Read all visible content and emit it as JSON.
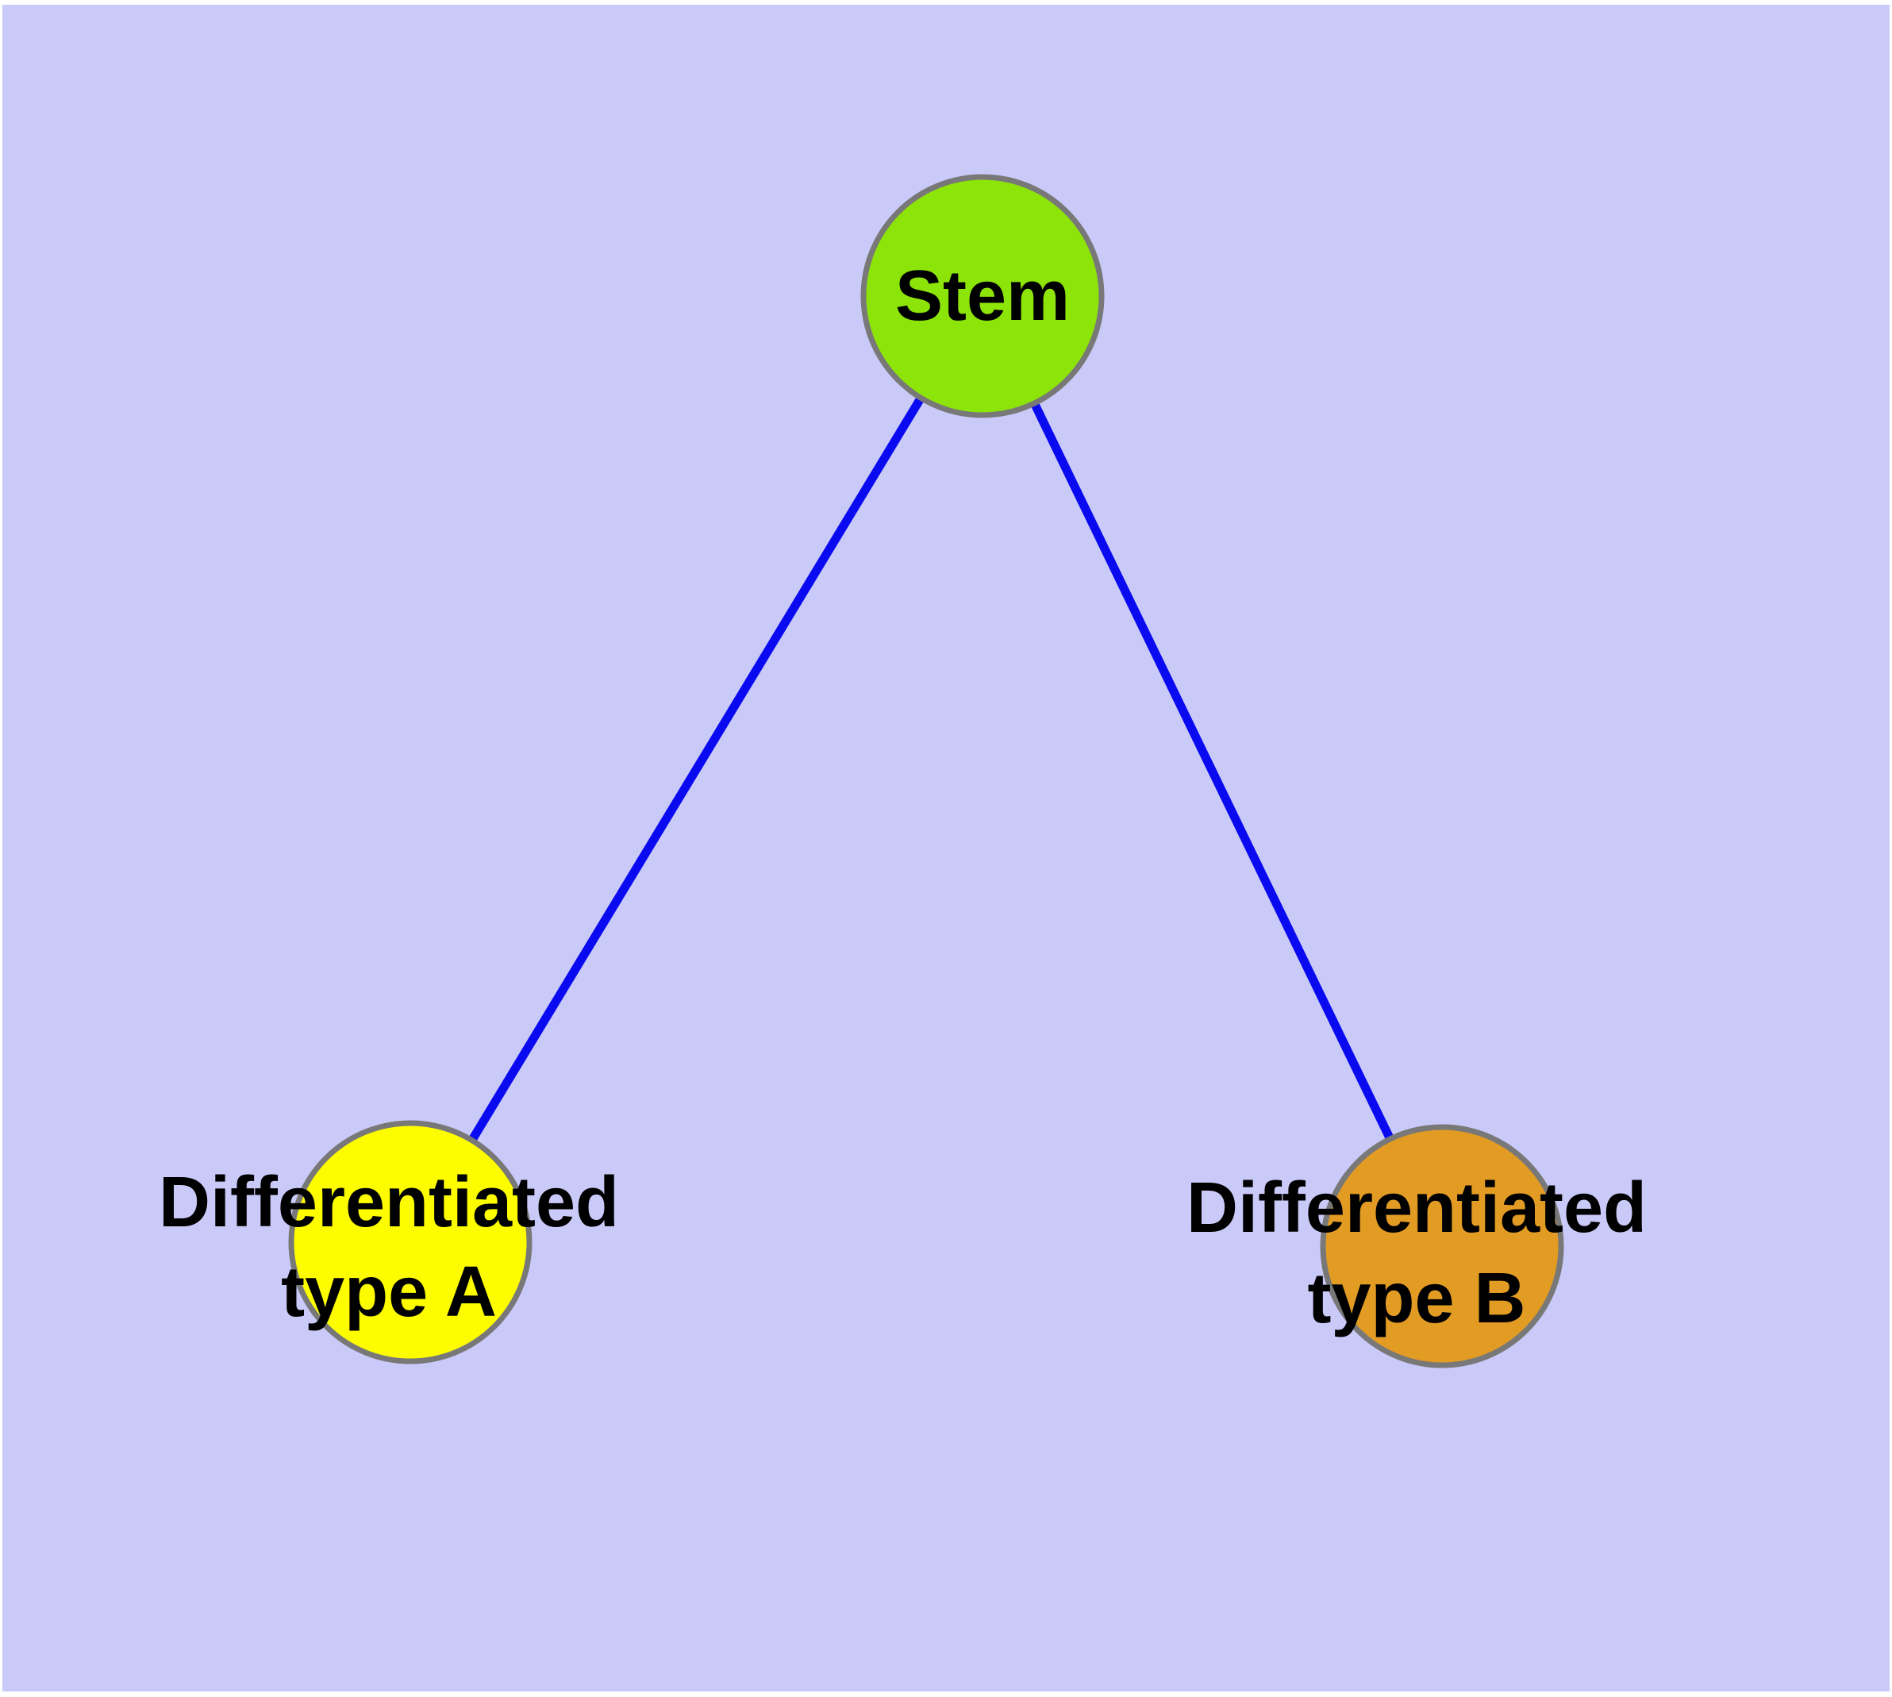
{
  "diagram": {
    "type": "node-edge-graph",
    "description": "Stem cell differentiation diagram: a stem node branches into two differentiated cell types",
    "background_color": "#CACAF9",
    "edge_color": "#0A0AF0",
    "node_border_color": "#787878",
    "label_text_color": "#000000",
    "nodes": [
      {
        "id": "stem",
        "label": "Stem",
        "fill_color": "#8DE408"
      },
      {
        "id": "differentiated-type-a",
        "label_line1": "Differentiated",
        "label_line2": "type A",
        "fill_color": "#FDFD00"
      },
      {
        "id": "differentiated-type-b",
        "label_line1": "Differentiated",
        "label_line2": "type B",
        "fill_color": "#E29B23"
      }
    ],
    "edges": [
      {
        "from": "Stem",
        "to": "Differentiated type A"
      },
      {
        "from": "Stem",
        "to": "Differentiated type B"
      }
    ]
  }
}
